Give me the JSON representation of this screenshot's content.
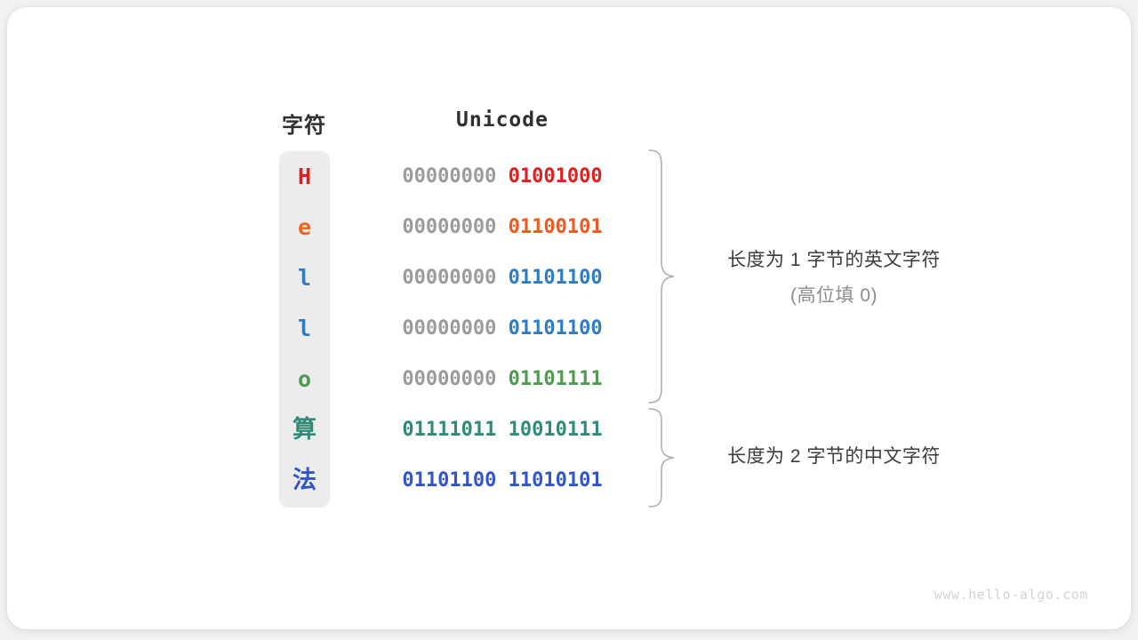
{
  "figure": {
    "background_color": "#f2f2f2",
    "card_color": "#ffffff",
    "column_backing_color": "#ececec"
  },
  "headers": {
    "char_label": "字符",
    "unicode_label": "Unicode"
  },
  "rows": [
    {
      "char": "H",
      "kind": "latin",
      "char_color": "#e02020",
      "high_byte": "00000000",
      "low_byte": "01001000",
      "high_color": "#9b9b9b",
      "low_color": "#e02020"
    },
    {
      "char": "e",
      "kind": "latin",
      "char_color": "#ef6521",
      "high_byte": "00000000",
      "low_byte": "01100101",
      "high_color": "#9b9b9b",
      "low_color": "#ef5a1e"
    },
    {
      "char": "l",
      "kind": "latin",
      "char_color": "#2e7dc4",
      "high_byte": "00000000",
      "low_byte": "01101100",
      "high_color": "#9b9b9b",
      "low_color": "#2e7dc4"
    },
    {
      "char": "l",
      "kind": "latin",
      "char_color": "#2e7dc4",
      "high_byte": "00000000",
      "low_byte": "01101100",
      "high_color": "#9b9b9b",
      "low_color": "#2e7dc4"
    },
    {
      "char": "o",
      "kind": "latin",
      "char_color": "#4e9a4e",
      "high_byte": "00000000",
      "low_byte": "01101111",
      "high_color": "#9b9b9b",
      "low_color": "#4e9a4e"
    },
    {
      "char": "算",
      "kind": "cjk",
      "char_color": "#2e8b78",
      "high_byte": "01111011",
      "low_byte": "10010111",
      "high_color": "#2e8b78",
      "low_color": "#2e8b78"
    },
    {
      "char": "法",
      "kind": "cjk",
      "char_color": "#3355cc",
      "high_byte": "01101100",
      "low_byte": "11010101",
      "high_color": "#3355cc",
      "low_color": "#3355cc"
    }
  ],
  "annotations": [
    {
      "line1": "长度为 1 字节的英文字符",
      "line2": "(高位填 0)",
      "line1_color": "#3c3c3c",
      "line2_color": "#8c8c8c",
      "brace_covers_rows": "1-5"
    },
    {
      "line1": "长度为 2 字节的中文字符",
      "line2": "",
      "line1_color": "#3c3c3c",
      "line2_color": "#8c8c8c",
      "brace_covers_rows": "6-7"
    }
  ],
  "watermark": {
    "text": "www.hello-algo.com",
    "color": "#d3d3d3"
  }
}
